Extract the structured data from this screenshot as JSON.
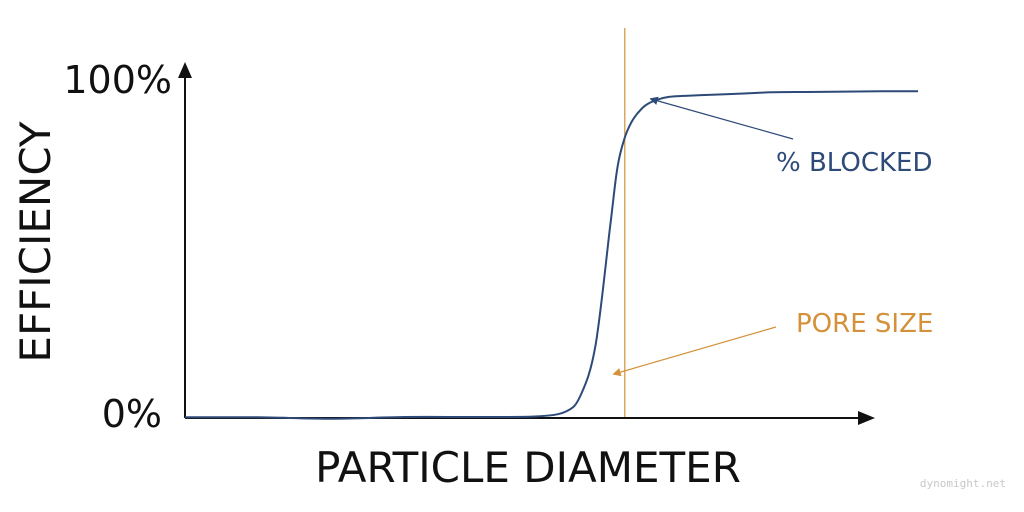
{
  "chart_data": {
    "type": "line",
    "xlabel": "PARTICLE DIAMETER",
    "ylabel": "EFFICIENCY",
    "yticks": [
      "0%",
      "100%"
    ],
    "ylim": [
      0,
      100
    ],
    "xlim": [
      0,
      1
    ],
    "grid": false,
    "series": [
      {
        "name": "% BLOCKED",
        "color": "#2d4a78",
        "x": [
          0.0,
          0.1,
          0.2,
          0.3,
          0.4,
          0.48,
          0.52,
          0.54,
          0.56,
          0.58,
          0.59,
          0.6,
          0.61,
          0.62,
          0.63,
          0.645,
          0.66,
          0.68,
          0.7,
          0.75,
          0.8,
          0.85,
          0.9,
          0.95,
          1.0
        ],
        "y": [
          0.2,
          0.2,
          -0.2,
          0.3,
          0.3,
          0.5,
          2,
          7,
          22,
          58,
          76,
          85,
          90,
          93,
          95,
          96.5,
          97.3,
          97.6,
          97.8,
          98.2,
          98.7,
          98.8,
          98.9,
          99.0,
          99.0
        ]
      }
    ],
    "annotations": [
      {
        "text": "% BLOCKED",
        "color": "#2d4a78"
      },
      {
        "text": "PORE SIZE",
        "color": "#d4913a"
      }
    ],
    "reference_line": {
      "label": "PORE SIZE",
      "x": 0.6,
      "color": "#d4913a"
    }
  },
  "watermark": "dynomight.net"
}
